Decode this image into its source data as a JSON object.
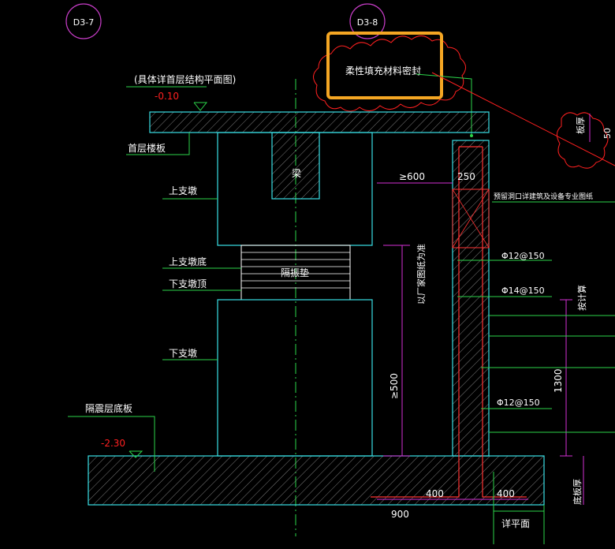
{
  "axes": {
    "left": "D3-7",
    "right": "D3-8"
  },
  "annotations": {
    "highlight_note": "柔性填充材料密封",
    "floor_ref": "(具体详首层结构平面图)",
    "floor_level": "-0.10",
    "first_floor_slab": "首层楼板",
    "upper_pier": "上支墩",
    "upper_pier_bottom": "上支墩底",
    "lower_pier_top": "下支墩顶",
    "lower_pier": "下支墩",
    "isolation_bottom_slab": "隔震层底板",
    "bottom_level": "-2.30",
    "beam": "梁",
    "bearing": "隔振垫",
    "min_600": "≥600",
    "width_250": "250",
    "opening_note": "预留洞口详建筑及设备专业图纸",
    "rebar_1": "Φ12@150",
    "rebar_2": "Φ14@150",
    "rebar_3": "Φ12@150",
    "vendor_note": "以厂家图纸为准",
    "min_500": "≥500",
    "dim_1300": "1300",
    "dim_400_left": "400",
    "dim_400_right": "400",
    "dim_900": "900",
    "see_plan": "详平面",
    "bottom_thickness": "底板厚",
    "slab_thickness": "板厚",
    "dim_50": "50",
    "per_calc": "按计算"
  },
  "colors": {
    "background": "#000000",
    "outline": "#38e0e6",
    "hatch": "#9a9a9a",
    "leader": "#2bd44a",
    "dimension": "#d52fd5",
    "rebar": "#ff3333",
    "level": "#ff2020",
    "text": "#ffffff",
    "axis": "#c43cc4",
    "cloud": "#ff2020",
    "highlight": "#f5a623"
  }
}
